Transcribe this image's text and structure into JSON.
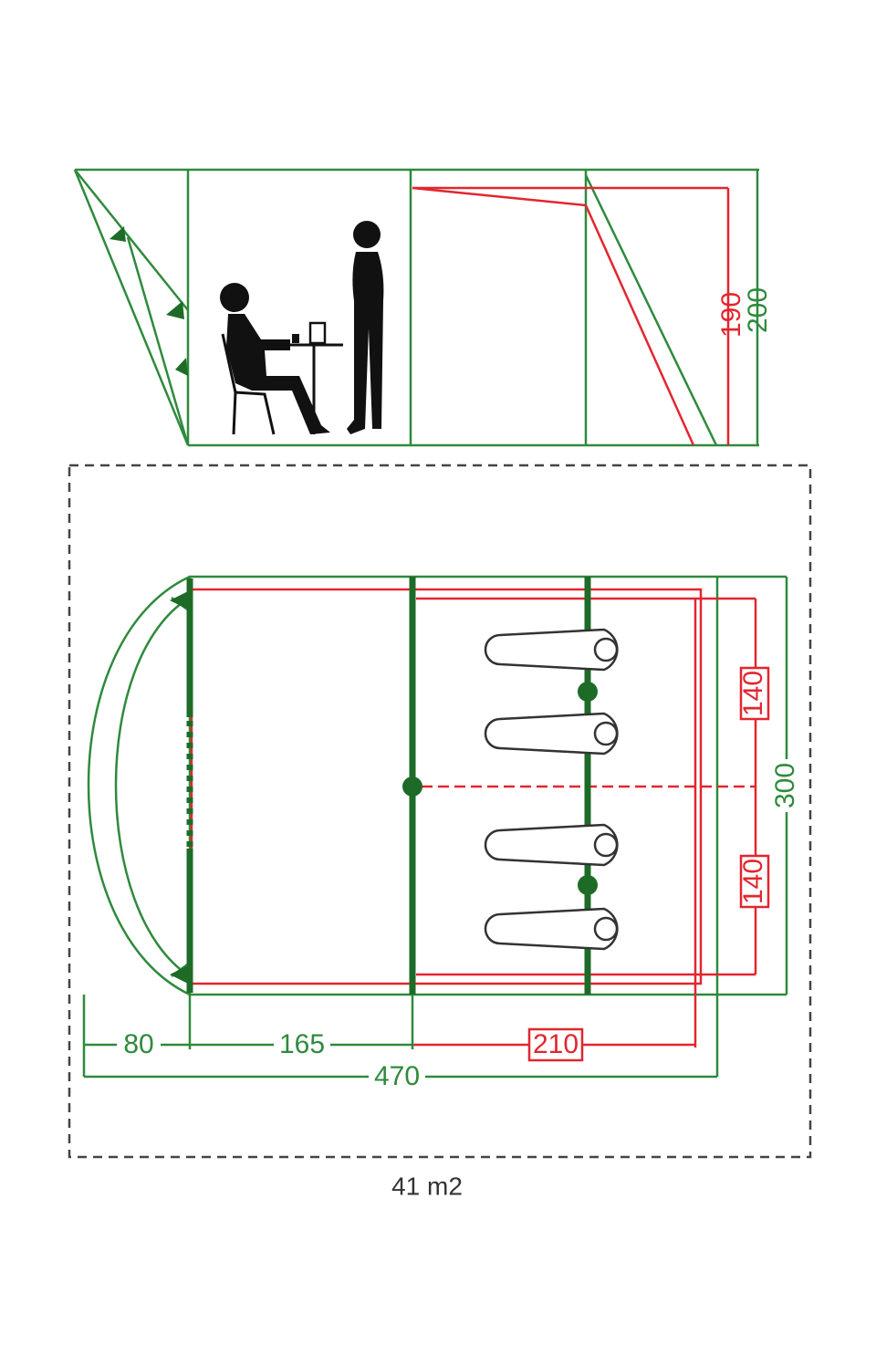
{
  "colors": {
    "green": "#2f8a3c",
    "dark_green": "#1e6b28",
    "red": "#e2262f",
    "gray": "#444444",
    "figure": "#111111"
  },
  "side_view": {
    "inner_height": "190",
    "outer_height": "200"
  },
  "floor_plan": {
    "canopy_depth": "80",
    "living_length": "165",
    "bedroom_length": "210",
    "total_length": "470",
    "total_width": "300",
    "bedroom_width_top": "140",
    "bedroom_width_bottom": "140",
    "sleeping_bag_count": 4
  },
  "footprint": {
    "area": "41 m2"
  },
  "icons": [
    "seated-person-icon",
    "standing-person-icon",
    "sleeping-bag-icon",
    "guy-rope-peg-icon"
  ]
}
